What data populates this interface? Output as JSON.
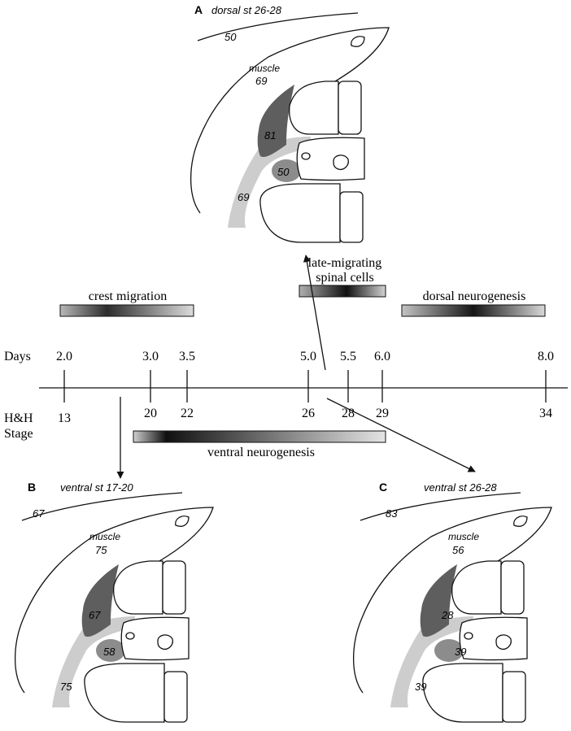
{
  "panels": {
    "a": {
      "letter": "A",
      "title": "dorsal st 26-28",
      "v_outer": "50",
      "muscle_label": "muscle",
      "v_muscle": "69",
      "v_drg": "81",
      "v_sym": "50",
      "v_stream": "69"
    },
    "b": {
      "letter": "B",
      "title": "ventral st 17-20",
      "v_outer": "67",
      "muscle_label": "muscle",
      "v_muscle": "75",
      "v_drg": "67",
      "v_sym": "58",
      "v_stream": "75"
    },
    "c": {
      "letter": "C",
      "title": "ventral st 26-28",
      "v_outer": "83",
      "muscle_label": "muscle",
      "v_muscle": "56",
      "v_drg": "28",
      "v_sym": "39",
      "v_stream": "39"
    }
  },
  "timeline": {
    "days_label": "Days",
    "stage_label_1": "H&H",
    "stage_label_2": "Stage",
    "days": [
      "2.0",
      "3.0",
      "3.5",
      "5.0",
      "5.5",
      "6.0",
      "8.0"
    ],
    "stages": [
      "13",
      "20",
      "22",
      "26",
      "28",
      "29",
      "34"
    ],
    "bars": {
      "crest": "crest migration",
      "late_1": "late-migrating",
      "late_2": "spinal cells",
      "dorsal": "dorsal neurogenesis",
      "ventral": "ventral neurogenesis"
    }
  },
  "colors": {
    "dark_tissue": "#5e5e5e",
    "mid_tissue": "#8c8c8c",
    "light_stream": "#cdcdcd"
  }
}
